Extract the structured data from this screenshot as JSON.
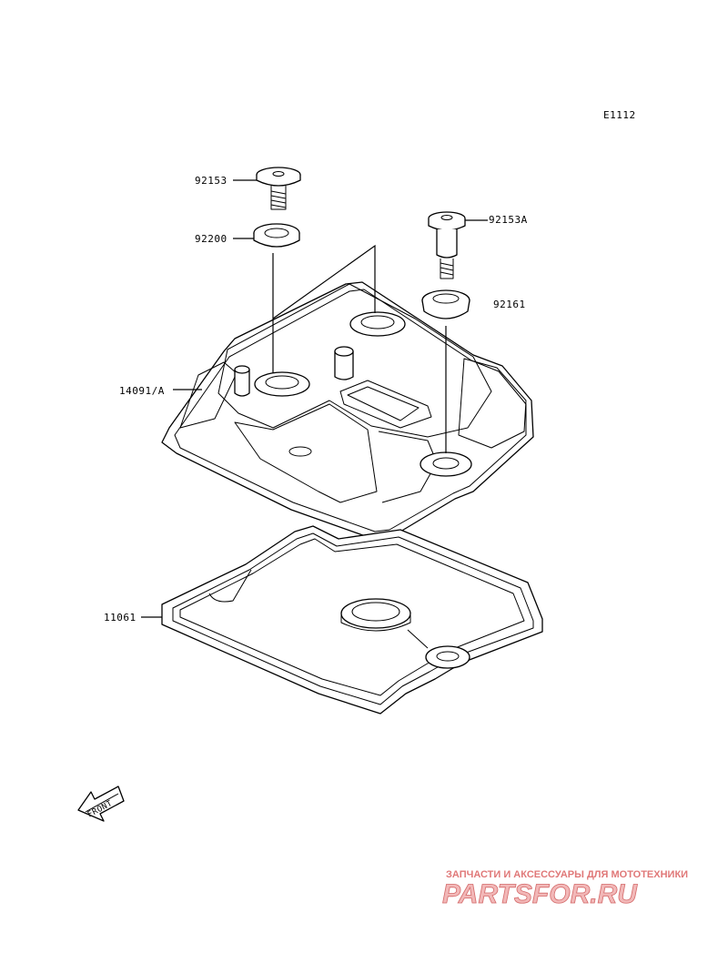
{
  "diagram_code": "E1112",
  "parts": [
    {
      "number": "92153"
    },
    {
      "number": "92200"
    },
    {
      "number": "92153A"
    },
    {
      "number": "92161"
    },
    {
      "number": "14091/A"
    },
    {
      "number": "11061"
    }
  ],
  "front_arrow": {
    "text": "FRONT"
  },
  "watermark": {
    "caption": "ЗАПЧАСТИ И АКСЕССУАРЫ ДЛЯ МОТОТЕХНИКИ",
    "logo": "PARTSFOR.RU"
  },
  "colors": {
    "line": "#000000",
    "watermark": "#d46a6a"
  }
}
